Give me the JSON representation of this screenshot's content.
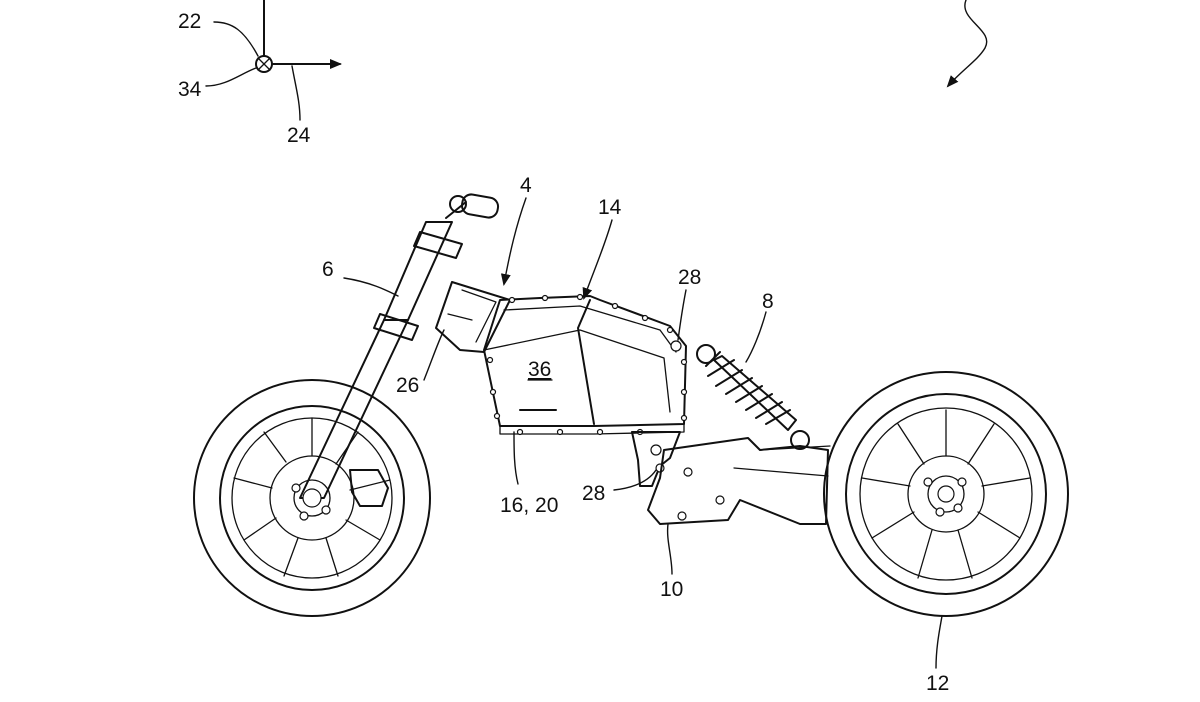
{
  "references": {
    "axis_vertical": "22",
    "axis_into_page": "34",
    "axis_horizontal": "24",
    "battery_housing_arrow": "4",
    "battery_top": "14",
    "front_fork": "6",
    "mount_front": "26",
    "housing_label": "36",
    "fasteners_top": "28",
    "fasteners_bottom": "28",
    "shock_absorber": "8",
    "housing_bottom": "16, 20",
    "swingarm_bracket": "10",
    "rear_wheel": "12"
  },
  "colors": {
    "ink": "#111111",
    "paper": "#ffffff"
  }
}
